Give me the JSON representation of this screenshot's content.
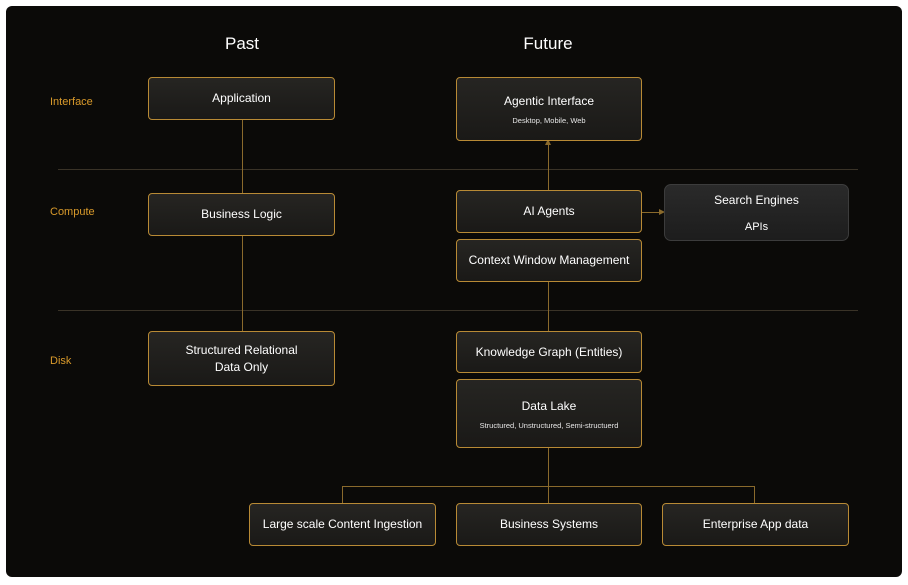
{
  "columns": {
    "past": "Past",
    "future": "Future"
  },
  "rows": {
    "interface": "Interface",
    "compute": "Compute",
    "disk": "Disk"
  },
  "past": {
    "application": "Application",
    "business_logic": "Business Logic",
    "structured_line1": "Structured Relational",
    "structured_line2": "Data Only"
  },
  "future": {
    "agentic_title": "Agentic Interface",
    "agentic_sub": "Desktop, Mobile, Web",
    "ai_agents": "AI Agents",
    "context_window": "Context Window Management",
    "knowledge_graph": "Knowledge Graph (Entities)",
    "data_lake_title": "Data Lake",
    "data_lake_sub": "Structured, Unstructured, Semi-structuerd",
    "search_engines": "Search Engines",
    "apis": "APIs"
  },
  "sources": {
    "ingestion": "Large scale Content Ingestion",
    "business_systems": "Business Systems",
    "enterprise_app": "Enterprise App data"
  },
  "colors": {
    "background": "#0b0a08",
    "accent": "#d99a2b",
    "border": "#b88a35",
    "text": "#ffffff"
  }
}
